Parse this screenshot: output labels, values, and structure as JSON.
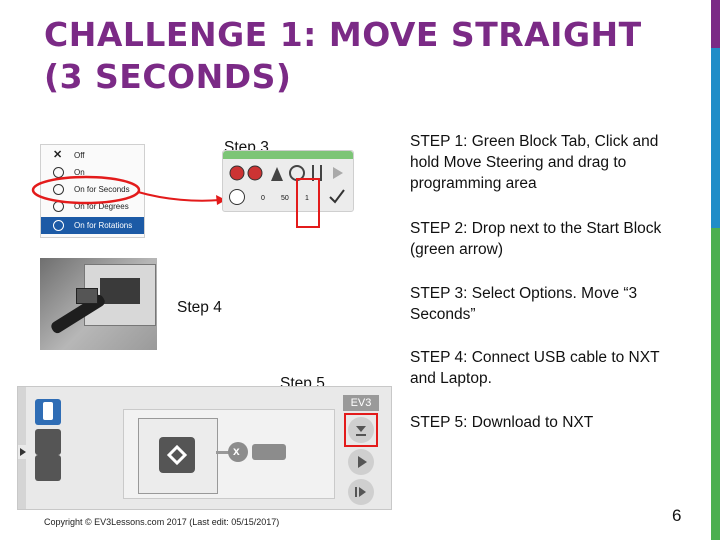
{
  "title": {
    "line1": "CHALLENGE 1: MOVE STRAIGHT",
    "line2": "(3 SECONDS)"
  },
  "steps": [
    {
      "text": "STEP 1: Green Block Tab, Click and hold Move Steering and drag to programming area"
    },
    {
      "text": "STEP 2: Drop next to the Start Block (green arrow)"
    },
    {
      "text": "STEP 3: Select Options. Move “3 Seconds”"
    },
    {
      "text": "STEP 4: Connect USB cable to NXT and Laptop."
    },
    {
      "text": "STEP 5: Download to NXT"
    }
  ],
  "labels": {
    "step3": "Step 3",
    "step4": "Step 4",
    "step5": "Step 5"
  },
  "menu": {
    "items": [
      "Off",
      "On",
      "On for Seconds",
      "On for Degrees",
      "On for Rotations"
    ]
  },
  "block": {
    "values": [
      "0",
      "50",
      "1"
    ]
  },
  "ev3": {
    "brand": "EV3"
  },
  "footer": {
    "copyright": "Copyright © EV3Lessons.com 2017 (Last edit: 05/15/2017)",
    "page": "6"
  },
  "colors": {
    "title": "#7b2a86",
    "accent_bars": [
      "#7b2a86",
      "#1f8dc8",
      "#4caf50"
    ],
    "highlight": "#e31b1b",
    "menu_selected": "#1c5aa6"
  }
}
